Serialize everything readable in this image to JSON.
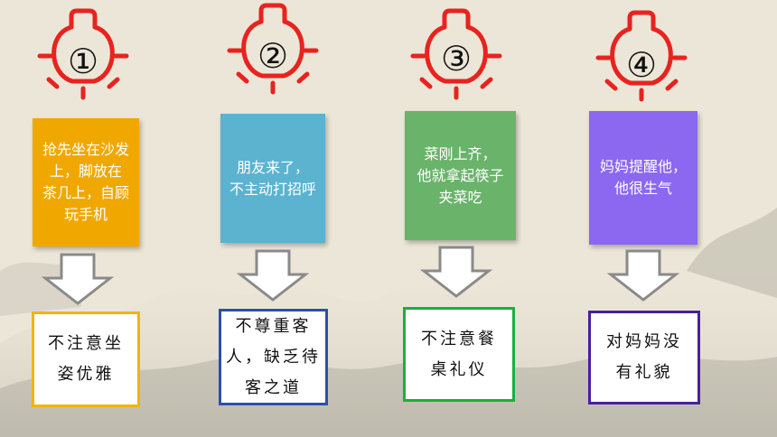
{
  "steps": [
    {
      "number": "①",
      "card_lines": [
        "抢先坐在沙发",
        "上，脚放在",
        "茶几上，自顾",
        "玩手机"
      ],
      "card_color": "#f0a800",
      "result_lines": [
        "不注意坐",
        "姿优雅"
      ],
      "result_border": "#f2b40c"
    },
    {
      "number": "②",
      "card_lines": [
        "朋友来了，",
        "不主动打招呼"
      ],
      "card_color": "#5bb3d0",
      "result_lines": [
        "不尊重客",
        "人，缺乏待",
        "客之道"
      ],
      "result_border": "#2e4fa6"
    },
    {
      "number": "③",
      "card_lines": [
        "菜刚上齐，",
        "他就拿起筷子",
        "夹菜吃"
      ],
      "card_color": "#6ab36a",
      "result_lines": [
        "不注意餐",
        "桌礼仪"
      ],
      "result_border": "#17b23a"
    },
    {
      "number": "④",
      "card_lines": [
        "妈妈提醒他，",
        "他很生气"
      ],
      "card_color": "#8c67f0",
      "result_lines": [
        "对妈妈没",
        "有礼貌"
      ],
      "result_border": "#4a1f9e"
    }
  ],
  "colors": {
    "bulb": "#e8231f",
    "arrow_outline": "#8a8a8a",
    "background": "#ece6d8"
  },
  "icons": [
    "lightbulb-icon",
    "down-arrow-icon"
  ]
}
